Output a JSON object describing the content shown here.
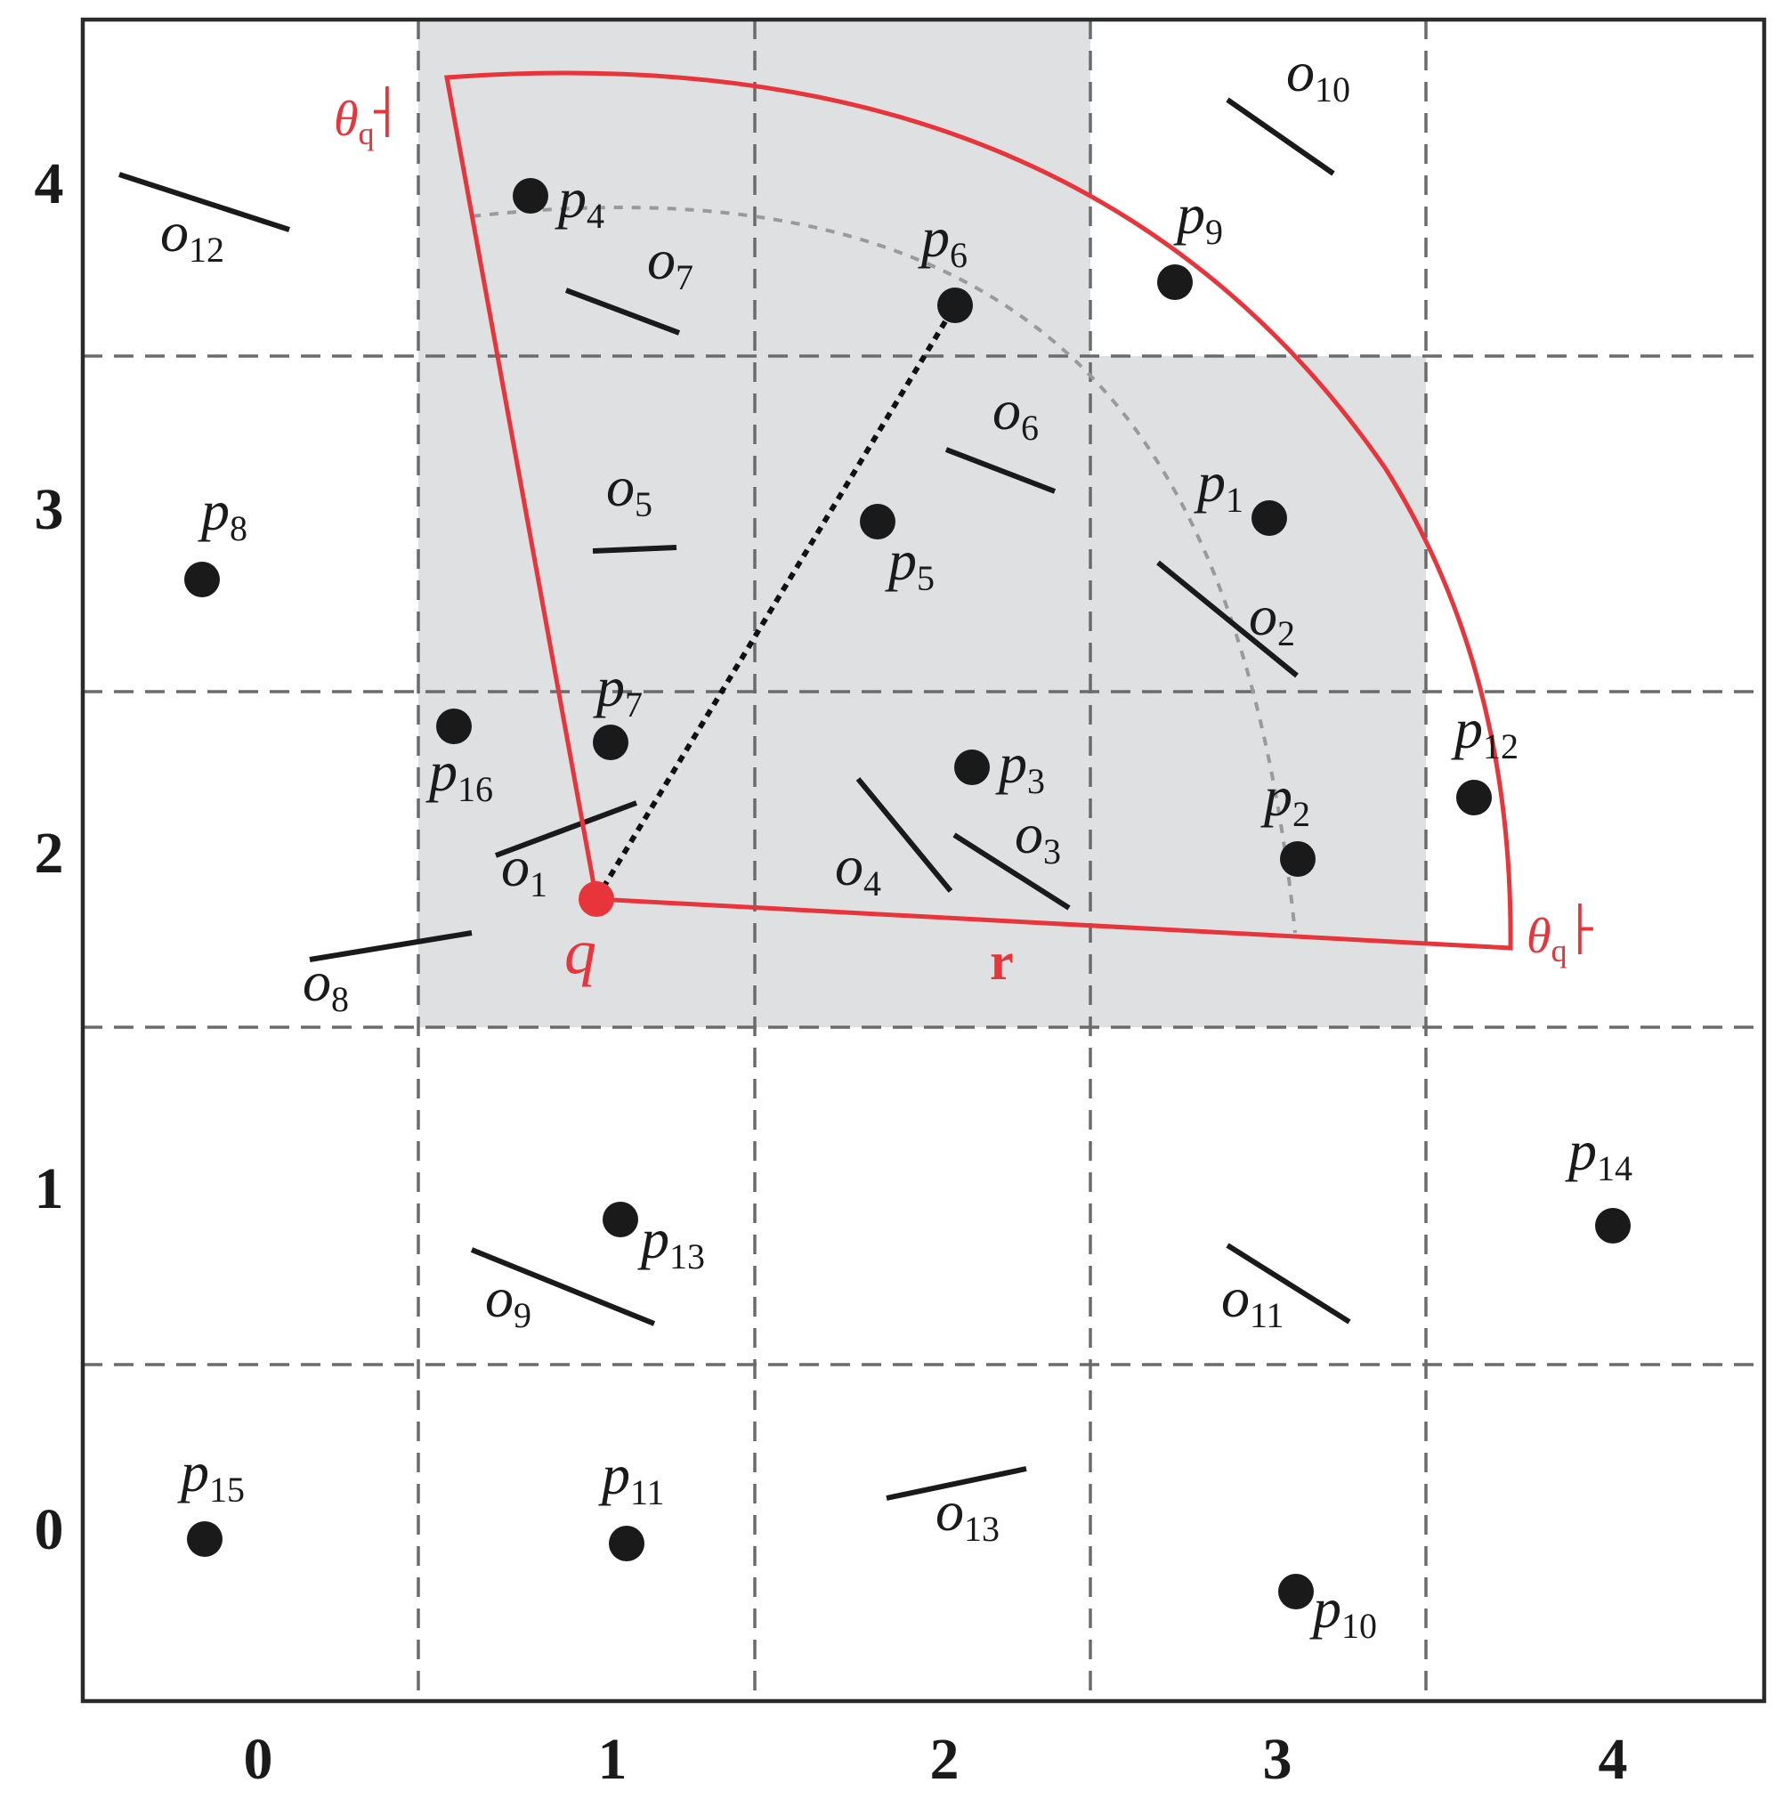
{
  "axes": {
    "x_ticks": [
      "0",
      "1",
      "2",
      "3",
      "4"
    ],
    "y_ticks": [
      "0",
      "1",
      "2",
      "3",
      "4"
    ]
  },
  "colors": {
    "sector": "#e8343b",
    "shade": "#dfe0e2",
    "grid": "#6b6b6b",
    "frame": "#2a2a2a",
    "arc": "#9a9a9a",
    "ink": "#1a1a1a"
  },
  "query": {
    "q_label": "q",
    "r_label": "r",
    "theta_symbol": "θ",
    "theta_sub": "q",
    "theta_left_mark": "┤",
    "theta_right_mark": "├"
  },
  "points": [
    {
      "id": "p1",
      "base": "p",
      "sub": "1"
    },
    {
      "id": "p2",
      "base": "p",
      "sub": "2"
    },
    {
      "id": "p3",
      "base": "p",
      "sub": "3"
    },
    {
      "id": "p4",
      "base": "p",
      "sub": "4"
    },
    {
      "id": "p5",
      "base": "p",
      "sub": "5"
    },
    {
      "id": "p6",
      "base": "p",
      "sub": "6"
    },
    {
      "id": "p7",
      "base": "p",
      "sub": "7"
    },
    {
      "id": "p8",
      "base": "p",
      "sub": "8"
    },
    {
      "id": "p9",
      "base": "p",
      "sub": "9"
    },
    {
      "id": "p10",
      "base": "p",
      "sub": "10"
    },
    {
      "id": "p11",
      "base": "p",
      "sub": "11"
    },
    {
      "id": "p12",
      "base": "p",
      "sub": "12"
    },
    {
      "id": "p13",
      "base": "p",
      "sub": "13"
    },
    {
      "id": "p14",
      "base": "p",
      "sub": "14"
    },
    {
      "id": "p15",
      "base": "p",
      "sub": "15"
    },
    {
      "id": "p16",
      "base": "p",
      "sub": "16"
    }
  ],
  "obstacles": [
    {
      "id": "o1",
      "base": "o",
      "sub": "1"
    },
    {
      "id": "o2",
      "base": "o",
      "sub": "2"
    },
    {
      "id": "o3",
      "base": "o",
      "sub": "3"
    },
    {
      "id": "o4",
      "base": "o",
      "sub": "4"
    },
    {
      "id": "o5",
      "base": "o",
      "sub": "5"
    },
    {
      "id": "o6",
      "base": "o",
      "sub": "6"
    },
    {
      "id": "o7",
      "base": "o",
      "sub": "7"
    },
    {
      "id": "o8",
      "base": "o",
      "sub": "8"
    },
    {
      "id": "o9",
      "base": "o",
      "sub": "9"
    },
    {
      "id": "o10",
      "base": "o",
      "sub": "10"
    },
    {
      "id": "o11",
      "base": "o",
      "sub": "11"
    },
    {
      "id": "o12",
      "base": "o",
      "sub": "12"
    },
    {
      "id": "o13",
      "base": "o",
      "sub": "13"
    }
  ]
}
